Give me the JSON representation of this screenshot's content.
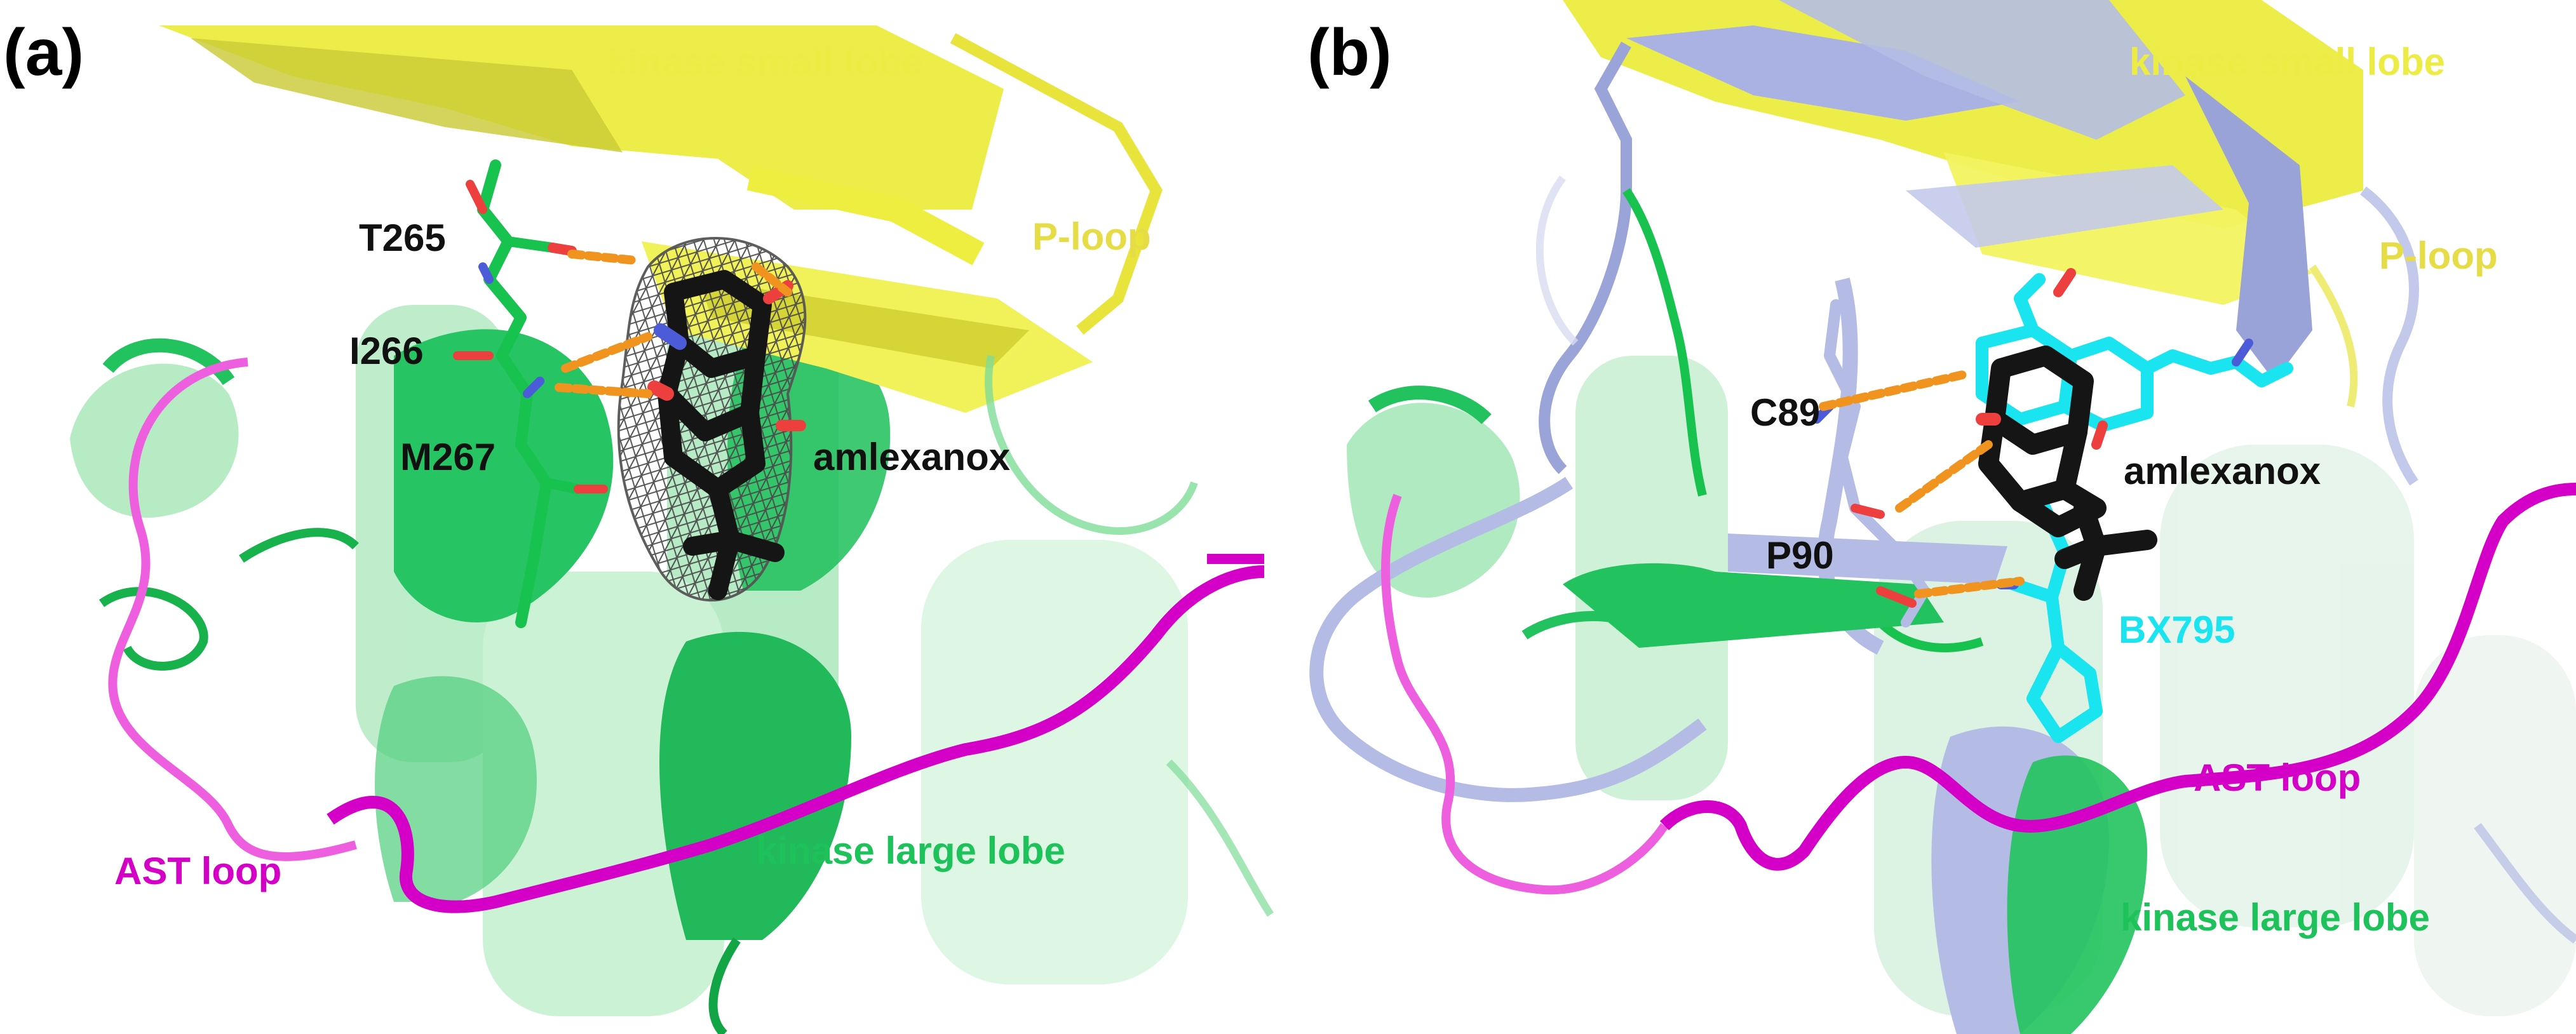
{
  "panels": [
    {
      "id": "a",
      "panel_label": "(a)",
      "labels": {
        "small_lobe": "kinase small lobe",
        "p_loop": "P-loop",
        "res1": "T265",
        "res2": "I266",
        "res3": "M267",
        "ligand": "amlexanox",
        "ast_loop": "AST loop",
        "large_lobe": "kinase large lobe"
      }
    },
    {
      "id": "b",
      "panel_label": "(b)",
      "labels": {
        "small_lobe": "kinase small lobe",
        "p_loop": "P-loop",
        "res1": "C89",
        "ligand": "amlexanox",
        "res2": "P90",
        "ligand2": "BX795",
        "ast_loop": "AST loop",
        "large_lobe": "kinase large lobe"
      }
    }
  ],
  "colors": {
    "small_lobe": "#ecec44",
    "p_loop": "#e6dc46",
    "large_lobe": "#1ec25a",
    "protein_green": "#1fcf5b",
    "ast_loop": "#d400c8",
    "ast_loop_light": "#ee5fe0",
    "residue_text": "#111111",
    "ligand_black": "#151515",
    "ligand2_cyan": "#19e4ef",
    "hbond": "#f0931f",
    "overlay_lavender": "#b4bce6",
    "mesh": "#555555"
  }
}
